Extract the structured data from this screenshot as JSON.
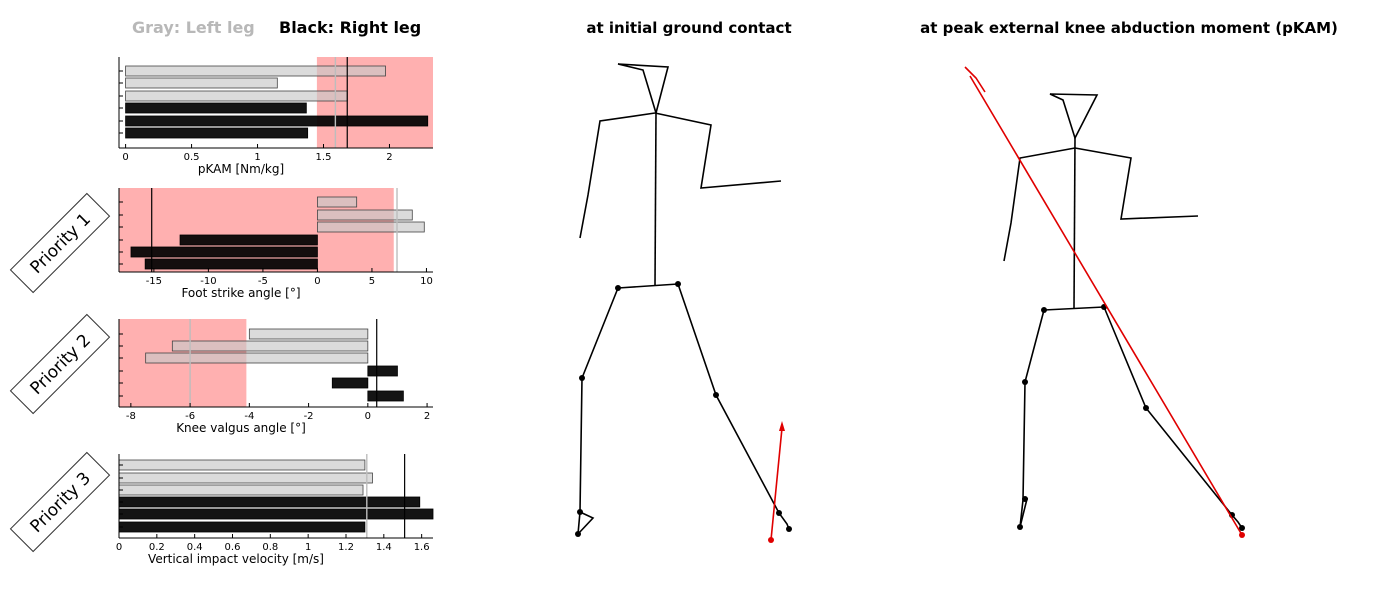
{
  "legend": {
    "gray": "Gray: Left leg",
    "black": "Black: Right leg"
  },
  "priority_labels": [
    "Priority 1",
    "Priority 2",
    "Priority 3"
  ],
  "figure_titles": {
    "initial_contact": "at initial ground contact",
    "peak_kam": "at peak external knee abduction moment (pKAM)"
  },
  "colors": {
    "left_leg": "#c8c8c8",
    "right_leg": "#000000",
    "highlight": "#ff8080",
    "force_vector": "#e00000"
  },
  "chart_data": [
    {
      "type": "bar",
      "orientation": "horizontal",
      "xlabel": "pKAM [Nm/kg]",
      "xlim": [
        -0.05,
        2.33
      ],
      "ticks": [
        "0",
        "0.5",
        "1",
        "1.5",
        "2"
      ],
      "tick_values": [
        0,
        0.5,
        1,
        1.5,
        2
      ],
      "series": [
        {
          "leg": "left",
          "values": [
            1.97,
            1.15,
            1.68
          ]
        },
        {
          "leg": "right",
          "values": [
            1.37,
            2.29,
            1.38
          ]
        }
      ],
      "reference_lines": {
        "gray": 1.59,
        "black": 1.68
      },
      "highlight_range": [
        1.45,
        2.33
      ]
    },
    {
      "type": "bar",
      "orientation": "horizontal",
      "xlabel": "Foot strike angle [°]",
      "xlim": [
        -18.2,
        10.6
      ],
      "ticks": [
        "-15",
        "-10",
        "-5",
        "0",
        "5",
        "10"
      ],
      "tick_values": [
        -15,
        -10,
        -5,
        0,
        5,
        10
      ],
      "series": [
        {
          "leg": "left",
          "values": [
            3.6,
            8.7,
            9.8
          ]
        },
        {
          "leg": "right",
          "values": [
            -12.6,
            -17.1,
            -15.8
          ]
        }
      ],
      "reference_lines": {
        "gray": 7.3,
        "black": -15.2
      },
      "highlight_range": [
        -18.2,
        7.0
      ]
    },
    {
      "type": "bar",
      "orientation": "horizontal",
      "xlabel": "Knee valgus angle [°]",
      "xlim": [
        -8.4,
        2.2
      ],
      "ticks": [
        "-8",
        "-6",
        "-4",
        "-2",
        "0",
        "2"
      ],
      "tick_values": [
        -8,
        -6,
        -4,
        -2,
        0,
        2
      ],
      "series": [
        {
          "leg": "left",
          "values": [
            -4.0,
            -6.6,
            -7.5
          ]
        },
        {
          "leg": "right",
          "values": [
            1.0,
            -1.2,
            1.2
          ]
        }
      ],
      "reference_lines": {
        "gray": -6.0,
        "black": 0.3
      },
      "highlight_range": [
        -8.4,
        -4.1
      ]
    },
    {
      "type": "bar",
      "orientation": "horizontal",
      "xlabel": "Vertical impact velocity [m/s]",
      "xlim": [
        0,
        1.66
      ],
      "ticks": [
        "0",
        "0.2",
        "0.4",
        "0.6",
        "0.8",
        "1",
        "1.2",
        "1.4",
        "1.6"
      ],
      "tick_values": [
        0,
        0.2,
        0.4,
        0.6,
        0.8,
        1,
        1.2,
        1.4,
        1.6
      ],
      "series": [
        {
          "leg": "left",
          "values": [
            1.3,
            1.34,
            1.29
          ]
        },
        {
          "leg": "right",
          "values": [
            1.59,
            1.66,
            1.3
          ]
        }
      ],
      "reference_lines": {
        "gray": 1.31,
        "black": 1.51
      },
      "highlight_range": null
    }
  ]
}
